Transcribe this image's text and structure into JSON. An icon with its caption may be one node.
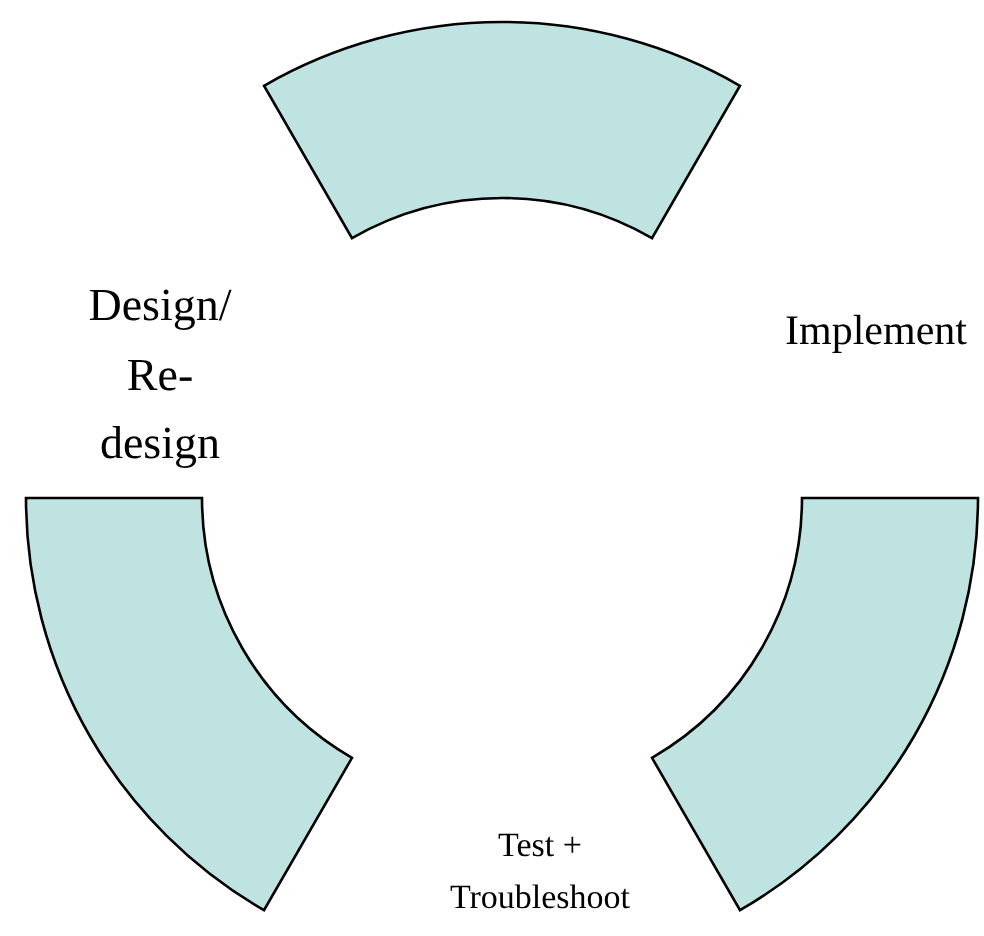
{
  "diagram": {
    "nodes": [
      {
        "text": [],
        "shape": "band"
      },
      {
        "text": [],
        "shape": "band"
      },
      {
        "text": [],
        "shape": "band"
      }
    ],
    "labels": [
      "Design/ Re-design",
      "Implement",
      "Test + Troubleshoot"
    ]
  }
}
